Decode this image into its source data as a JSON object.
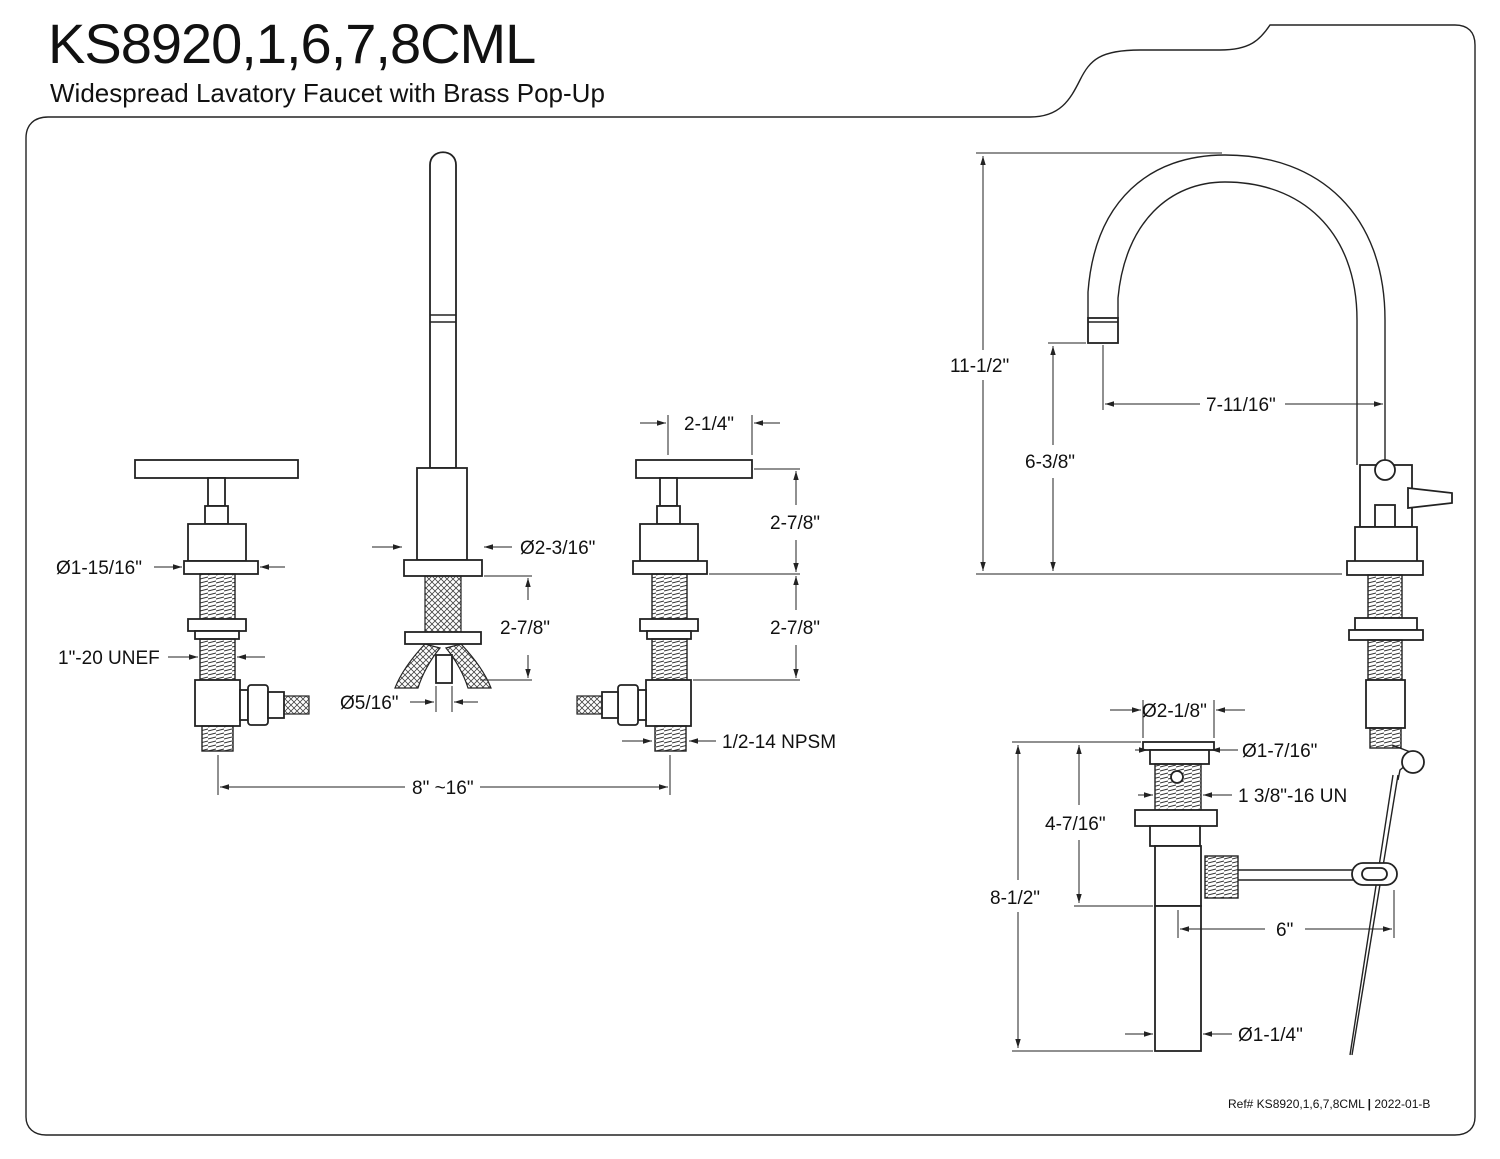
{
  "header": {
    "title": "KS8920,1,6,7,8CML",
    "subtitle": "Widespread Lavatory Faucet with Brass Pop-Up"
  },
  "footer": {
    "ref_prefix": "Ref# KS8920,1,6,7,8CML",
    "separator": "|",
    "revision": "2022-01-B"
  },
  "dimensions": {
    "handle_flange_dia": "Ø1-15/16\"",
    "handle_thread": "1\"-20 UNEF",
    "spout_base_dia": "Ø2-3/16\"",
    "spout_shank_length": "2-7/8\"",
    "hose_dia": "Ø5/16\"",
    "handle_width": "2-1/4\"",
    "handle_height": "2-7/8\"",
    "handle_shank_length": "2-7/8\"",
    "valve_outlet_thread": "1/2-14 NPSM",
    "center_spread": "8\" ~16\"",
    "spout_height": "11-1/2\"",
    "spout_reach": "7-11/16\"",
    "aerator_height": "6-3/8\"",
    "drain_top_dia": "Ø2-1/8\"",
    "drain_flange_dia": "Ø1-7/16\"",
    "drain_body_thread": "1 3/8\"-16 UN",
    "drain_body_length": "4-7/16\"",
    "drain_total_length": "8-1/2\"",
    "pivot_rod_length": "6\"",
    "tailpiece_dia": "Ø1-1/4\""
  }
}
